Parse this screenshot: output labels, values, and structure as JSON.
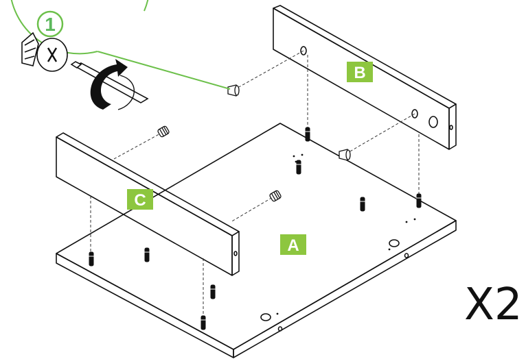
{
  "step_number": "1",
  "multiplier": "X2",
  "part_labels": {
    "a": "A",
    "b": "B",
    "c": "C"
  },
  "colors": {
    "accent": "#8dc63f",
    "callout": "#6cc04a",
    "line": "#111111"
  },
  "icons": [
    "cam-lock-fitting-icon",
    "screwdriver-icon",
    "clockwise-rotate-arrow-icon",
    "cam-dowel-icon",
    "wooden-dowel-icon"
  ]
}
